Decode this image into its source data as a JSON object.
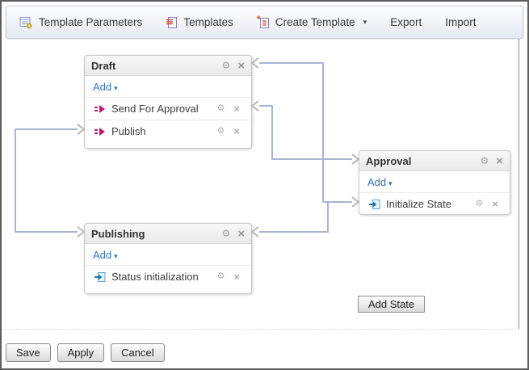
{
  "icons": {
    "gear": "⚙",
    "close": "×",
    "caret": "▾"
  },
  "toolbar": {
    "template_parameters": "Template Parameters",
    "templates": "Templates",
    "create_template": "Create Template",
    "export": "Export",
    "import": "Import"
  },
  "states": {
    "draft": {
      "title": "Draft",
      "add": "Add",
      "items": [
        {
          "label": "Send For Approval"
        },
        {
          "label": "Publish"
        }
      ]
    },
    "approval": {
      "title": "Approval",
      "add": "Add",
      "items": [
        {
          "label": "Initialize State"
        }
      ]
    },
    "publishing": {
      "title": "Publishing",
      "add": "Add",
      "items": [
        {
          "label": "Status initialization"
        }
      ]
    }
  },
  "connections": [
    {
      "from": "Draft:Publish",
      "to": "Publishing"
    },
    {
      "from": "Draft:Send For Approval",
      "to": "Approval"
    },
    {
      "from": "Draft",
      "to": "Approval:Initialize State"
    },
    {
      "from": "Publishing",
      "to": "Approval:Initialize State"
    }
  ],
  "buttons": {
    "add_state": "Add State",
    "save": "Save",
    "apply": "Apply",
    "cancel": "Cancel"
  },
  "colors": {
    "link": "#3270bd",
    "connector": "#a9b4d2",
    "connector_endpoint": "#b6b6b6",
    "transition_icon": "#c2156b",
    "initial_state_icon": "#2e86c1",
    "canvas_border": "#8f8f8f"
  }
}
